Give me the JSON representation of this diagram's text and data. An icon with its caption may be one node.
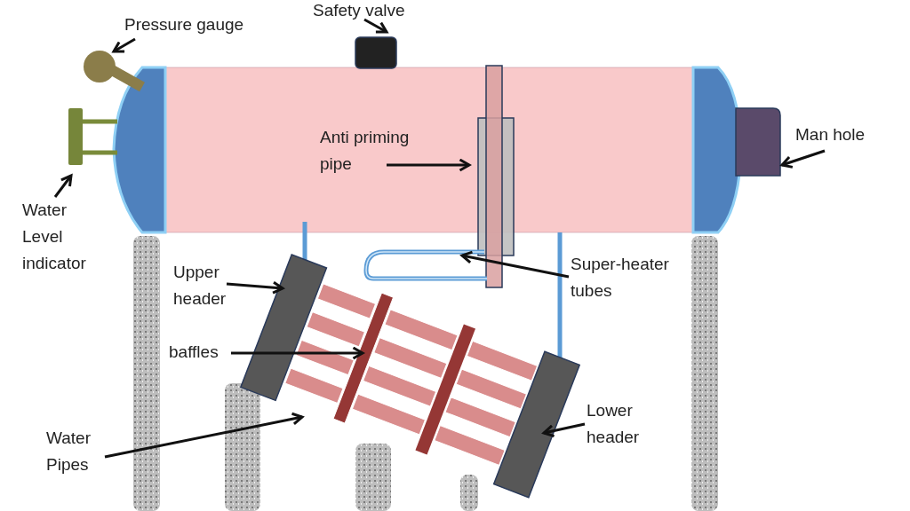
{
  "diagram": {
    "nodes": [
      {
        "text": [
          "Pressure gauge"
        ]
      },
      {
        "text": [],
        "shape": "picture"
      },
      {
        "text": [
          "Safety valve"
        ]
      },
      {
        "text": [],
        "shape": "box"
      },
      {
        "text": [
          "Anti priming pipe"
        ]
      },
      {
        "text": [],
        "shape": "box"
      },
      {
        "text": [
          "Man hole"
        ]
      },
      {
        "text": [],
        "shape": "box"
      },
      {
        "text": [
          "Water Level indicator"
        ]
      },
      {
        "text": [],
        "shape": "picture"
      },
      {
        "text": [
          "Upper header"
        ]
      },
      {
        "text": [],
        "shape": "box"
      },
      {
        "text": [
          "Super-heater tubes"
        ]
      },
      {
        "text": [],
        "shape": "picture"
      },
      {
        "text": [
          "baffles"
        ]
      },
      {
        "text": [],
        "shape": "bar"
      },
      {
        "text": [
          "Water Pipes"
        ]
      },
      {
        "text": [],
        "shape": "bar"
      },
      {
        "text": [
          "Lower header"
        ]
      },
      {
        "text": [],
        "shape": "box"
      }
    ],
    "edges": [
      {
        "from": 0,
        "to": 1,
        "arrow": "to"
      },
      {
        "from": 2,
        "to": 3,
        "arrow": "to"
      },
      {
        "from": 4,
        "to": 5,
        "arrow": "to"
      },
      {
        "from": 6,
        "to": 7,
        "arrow": "to"
      },
      {
        "from": 8,
        "to": 9,
        "arrow": "to"
      },
      {
        "from": 10,
        "to": 11,
        "arrow": "to"
      },
      {
        "from": 12,
        "to": 13,
        "arrow": "to"
      },
      {
        "from": 14,
        "to": 15,
        "arrow": "to"
      },
      {
        "from": 16,
        "to": 17,
        "arrow": "to"
      },
      {
        "from": 18,
        "to": 19,
        "arrow": "to"
      }
    ]
  }
}
